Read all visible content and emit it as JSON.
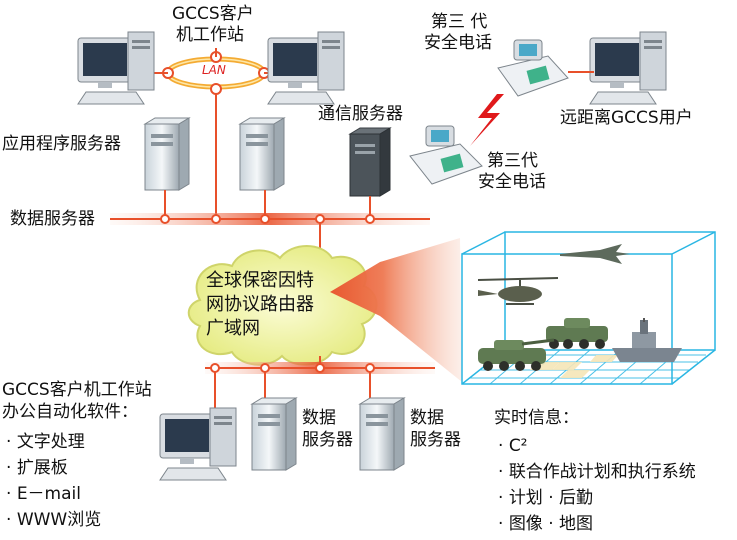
{
  "diagram": {
    "gccs_client_title": [
      "GCCS客户",
      "机工作站"
    ],
    "lan_label": "LAN",
    "app_server": "应用程序服务器",
    "data_server": "数据服务器",
    "comm_server": "通信服务器",
    "phone_top": [
      "第三 代",
      "安全电话"
    ],
    "phone_mid": [
      "第三代",
      "安全电话"
    ],
    "remote_user": "远距离GCCS用户",
    "wan": [
      "全球保密因特",
      "网协议路由器",
      "广域网"
    ],
    "bottom_client": {
      "title": [
        "GCCS客户机工作站",
        "办公自动化软件："
      ],
      "items": [
        "文字处理",
        "扩展板",
        "E－mail",
        "WWW浏览"
      ]
    },
    "db_server_1": [
      "数据",
      "服务器"
    ],
    "db_server_2": [
      "数据",
      "服务器"
    ],
    "realtime": {
      "title": "实时信息：",
      "items": [
        "C²",
        "联合作战计划和执行系统",
        "计划 · 后勤",
        "图像 · 地图"
      ]
    }
  },
  "colors": {
    "bus": "#e8502a",
    "bus_glow": "#f6b49c",
    "lan_ring": "#f3a21d",
    "cloud": "#f3f5a8",
    "grid": "#29b6e3",
    "bolt": "#e0191b",
    "arrow": "#e8502a"
  }
}
